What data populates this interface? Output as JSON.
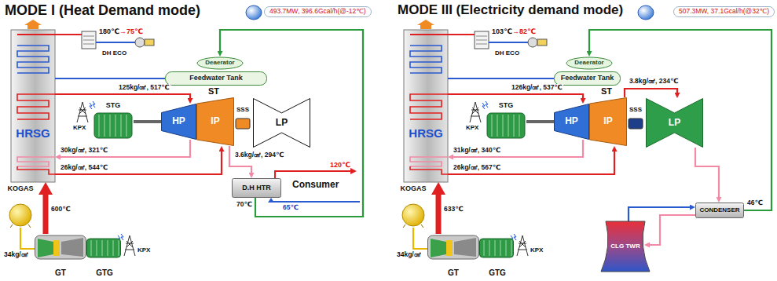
{
  "diagram": {
    "nodes": [
      {
        "text": [
          "HRSG"
        ]
      },
      {
        "text": [
          "Deaerator"
        ]
      },
      {
        "text": [
          "Feedwater Tank"
        ]
      },
      {
        "text": [
          "STG"
        ]
      },
      {
        "text": [
          "HP"
        ]
      },
      {
        "text": [
          "IP"
        ]
      },
      {
        "text": [
          "SSS"
        ]
      },
      {
        "text": [
          "LP"
        ]
      },
      {
        "text": [
          "D.H HTR"
        ]
      },
      {
        "text": [
          "KOGAS"
        ]
      },
      {
        "text": [
          "GT"
        ]
      },
      {
        "text": [
          "GTG"
        ]
      },
      {
        "text": [
          "HRSG"
        ]
      },
      {
        "text": [
          "Deaerator"
        ]
      },
      {
        "text": [
          "Feedwater Tank"
        ]
      },
      {
        "text": [
          "STG"
        ]
      },
      {
        "text": [
          "HP"
        ]
      },
      {
        "text": [
          "IP"
        ]
      },
      {
        "text": [
          "SSS"
        ]
      },
      {
        "text": [
          "LP"
        ]
      },
      {
        "text": [
          "CONDENSER"
        ]
      },
      {
        "text": [
          "CLG TWR"
        ]
      },
      {
        "text": [
          "KOGAS"
        ]
      },
      {
        "text": [
          "GT"
        ]
      },
      {
        "text": [
          "GTG"
        ]
      }
    ],
    "edges": [
      {
        "from": 0,
        "to": 4,
        "label": "125kg/㎠, 517℃",
        "arrow": "to"
      },
      {
        "from": 4,
        "to": 0,
        "label": "30kg/㎠, 321℃",
        "arrow": "to"
      },
      {
        "from": 0,
        "to": 5,
        "label": "26kg/㎠, 544℃",
        "arrow": "to"
      },
      {
        "from": 5,
        "to": 8,
        "label": "3.6kg/㎠, 294℃",
        "arrow": "to"
      },
      {
        "from": 8,
        "to": 1,
        "label": "70℃",
        "arrow": "to"
      },
      {
        "from": 2,
        "to": 0,
        "arrow": "none"
      },
      {
        "from": 10,
        "to": 0,
        "label": "600℃",
        "arrow": "to"
      },
      {
        "from": 9,
        "to": 10,
        "label": "34kg/㎠",
        "arrow": "none"
      },
      {
        "from": 3,
        "to": 4,
        "arrow": "none"
      },
      {
        "from": 12,
        "to": 16,
        "label": "126kg/㎠, 537℃",
        "arrow": "to"
      },
      {
        "from": 16,
        "to": 12,
        "label": "31kg/㎠, 340℃",
        "arrow": "to"
      },
      {
        "from": 12,
        "to": 17,
        "label": "26kg/㎠, 567℃",
        "arrow": "to"
      },
      {
        "from": 17,
        "to": 19,
        "label": "3.8kg/㎠, 234℃",
        "arrow": "to"
      },
      {
        "from": 19,
        "to": 20,
        "arrow": "to"
      },
      {
        "from": 21,
        "to": 20,
        "arrow": "to"
      },
      {
        "from": 20,
        "to": 21,
        "arrow": "to"
      },
      {
        "from": 20,
        "to": 13,
        "label": "46℃",
        "arrow": "to"
      },
      {
        "from": 14,
        "to": 12,
        "arrow": "none"
      },
      {
        "from": 23,
        "to": 12,
        "label": "633℃",
        "arrow": "to"
      },
      {
        "from": 22,
        "to": 23,
        "label": "34kg/㎠",
        "arrow": "none"
      },
      {
        "from": 15,
        "to": 16,
        "arrow": "none"
      }
    ],
    "labels": [
      "MODE I (Heat Demand mode)",
      "493.7MW, 396.6Gcal/h(@-12℃)",
      "180℃",
      "→75℃",
      "DH ECO",
      "ST",
      "KPX",
      "120℃",
      "Consumer",
      "65℃",
      "KPX",
      "MODE III (Electricity demand mode)",
      "507.3MW, 37.1Gcal/h(@32℃)",
      "103℃",
      "→82℃",
      "DH ECO",
      "ST",
      "KPX",
      "KPX"
    ]
  }
}
